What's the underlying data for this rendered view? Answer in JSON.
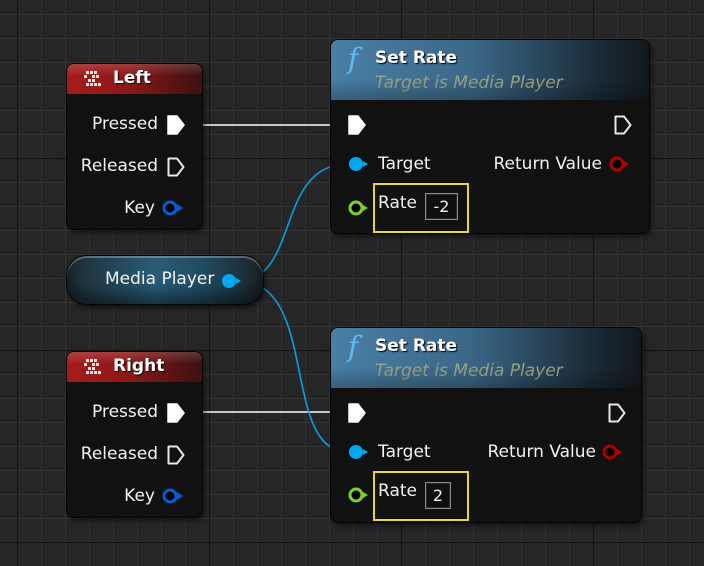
{
  "colors": {
    "exec": "#ffffff",
    "object_pin": "#00a8f4",
    "key_pin": "#0a5bd6",
    "float_pin": "#7bd12b",
    "return_pin": "#b00000",
    "event_header": "#a51c1c",
    "func_header": "#4a7fa6",
    "selection": "#e9d638"
  },
  "events": [
    {
      "title": "Left",
      "icon": "keyboard-icon",
      "pins": {
        "pressed": "Pressed",
        "released": "Released",
        "key": "Key"
      }
    },
    {
      "title": "Right",
      "icon": "keyboard-icon",
      "pins": {
        "pressed": "Pressed",
        "released": "Released",
        "key": "Key"
      }
    }
  ],
  "variable": {
    "label": "Media Player"
  },
  "functions": [
    {
      "icon": "function-icon",
      "glyph": "f",
      "title": "Set Rate",
      "subtitle": "Target is Media Player",
      "pins": {
        "target": "Target",
        "rate": "Rate",
        "return_value": "Return Value"
      },
      "rate_value": "-2"
    },
    {
      "icon": "function-icon",
      "glyph": "f",
      "title": "Set Rate",
      "subtitle": "Target is Media Player",
      "pins": {
        "target": "Target",
        "rate": "Rate",
        "return_value": "Return Value"
      },
      "rate_value": "2"
    }
  ]
}
